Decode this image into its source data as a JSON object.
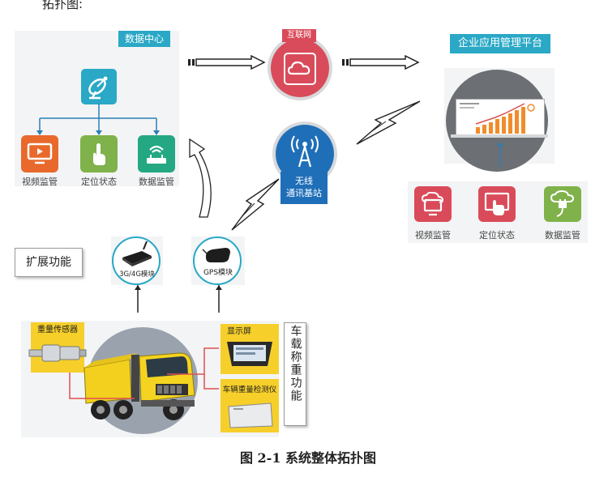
{
  "header": {
    "title": "拓扑图:"
  },
  "data_center": {
    "title": "数据中心",
    "items": [
      {
        "label": "视频监管",
        "icon": "video-monitor-icon",
        "color": "#e8692b"
      },
      {
        "label": "定位状态",
        "icon": "touch-hand-icon",
        "color": "#7fb24a"
      },
      {
        "label": "数据监管",
        "icon": "wifi-router-icon",
        "color": "#23a883"
      }
    ]
  },
  "internet": {
    "label": "互联网"
  },
  "base_station": {
    "label_line1": "无线",
    "label_line2": "通讯基站"
  },
  "enterprise": {
    "title": "企业应用管理平台",
    "items": [
      {
        "label": "视频监管",
        "icon": "monitor-cloud-icon",
        "color": "#d94b5a"
      },
      {
        "label": "定位状态",
        "icon": "touch-screen-icon",
        "color": "#d94b5a"
      },
      {
        "label": "数据监管",
        "icon": "cloud-plug-icon",
        "color": "#7fb24a"
      }
    ]
  },
  "expansion": {
    "label": "扩展功能"
  },
  "modules": [
    {
      "label": "3G/4G模块",
      "icon": "modem-icon"
    },
    {
      "label": "GPS模块",
      "icon": "gps-device-icon"
    }
  ],
  "vehicle": {
    "sensor_label": "重量传感器",
    "display_label": "显示屏",
    "detector_label": "车辆重量检测仪",
    "vertical_label": "车载称重功能"
  },
  "caption": "图 2-1 系统整体拓扑图",
  "colors": {
    "accent": "#2aa8c6",
    "yellow": "#f6cf2a",
    "red_line": "#e05050"
  }
}
